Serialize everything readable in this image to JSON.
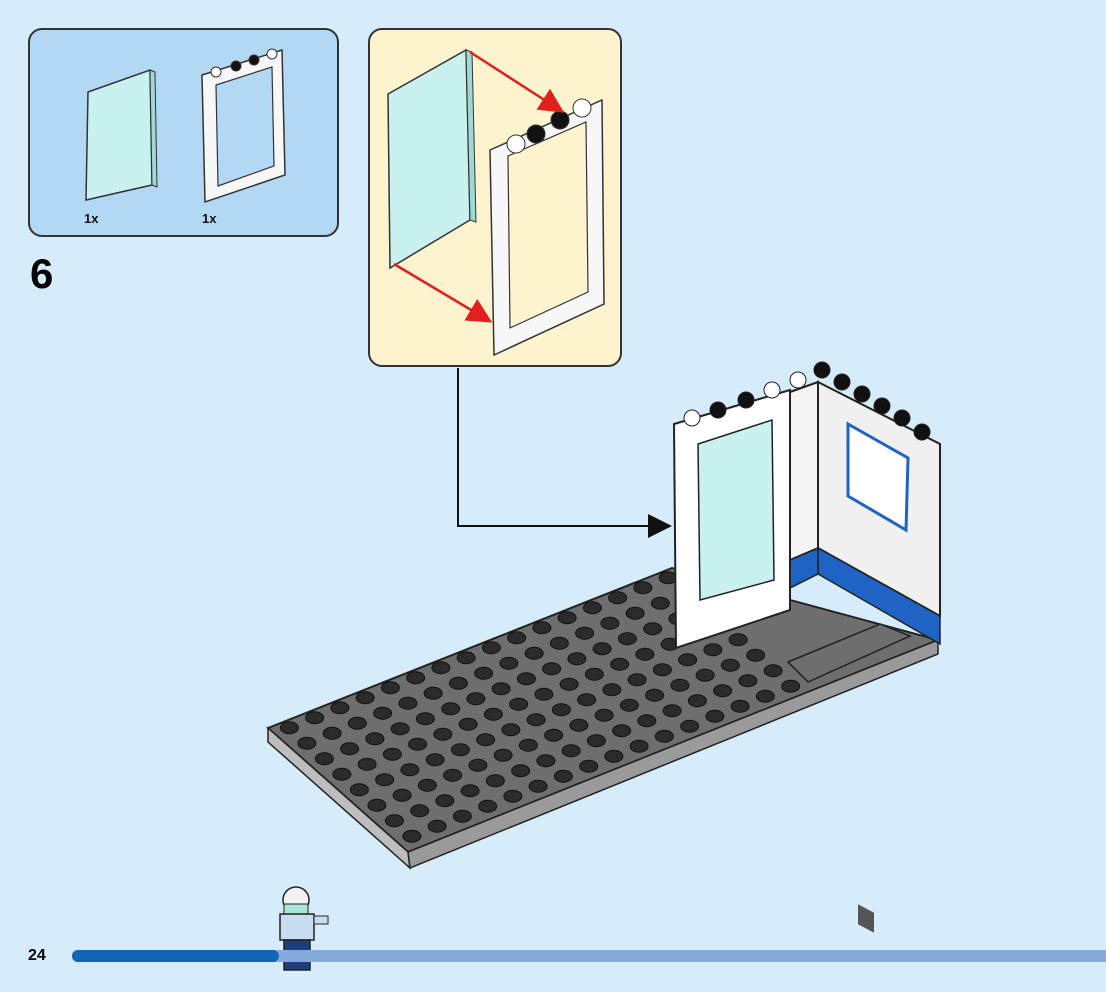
{
  "step": {
    "number": "6"
  },
  "parts_list": {
    "items": [
      {
        "icon": "transparent-glass-pane-icon",
        "quantity": "1x"
      },
      {
        "icon": "white-door-frame-icon",
        "quantity": "1x"
      }
    ]
  },
  "callout": {
    "icons": [
      "transparent-glass-pane-icon",
      "white-door-frame-icon"
    ],
    "arrow_color": "#e0201c"
  },
  "page": {
    "number": "24",
    "progress": 0.2
  },
  "colors": {
    "background": "#d6ecfb",
    "parts_box": "#b3d8f4",
    "callout_box": "#fdf3cf",
    "progress_fill": "#1165b5",
    "progress_track": "#86a9dc"
  }
}
